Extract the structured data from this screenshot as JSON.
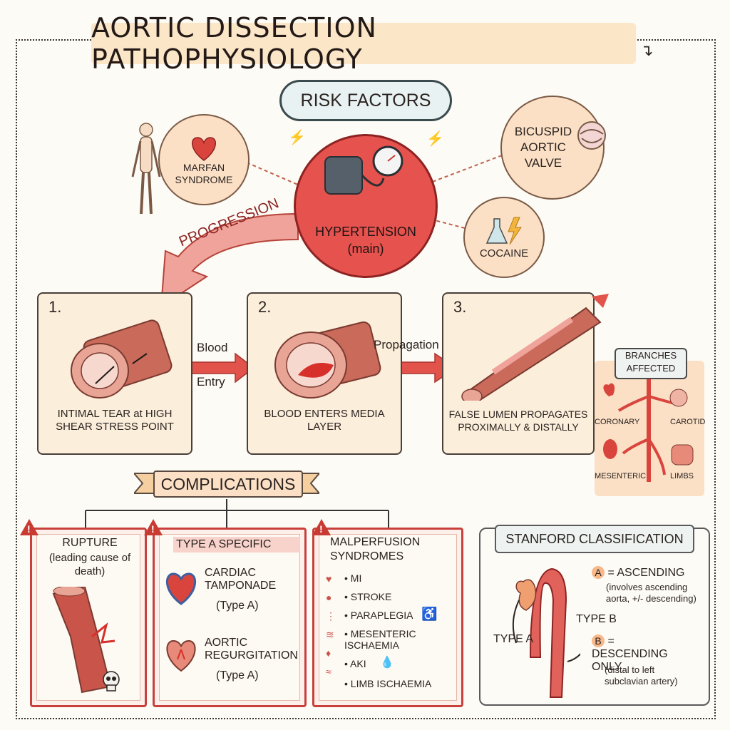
{
  "title": "AORTIC DISSECTION PATHOPHYSIOLOGY",
  "risk_factors": {
    "heading": "RISK FACTORS",
    "marfan": "MARFAN SYNDROME",
    "bicuspid": "BICUSPID AORTIC VALVE",
    "cocaine": "COCAINE",
    "hypertension": "HYPERTENSION",
    "hypertension_note": "(main)"
  },
  "progression_label": "PROGRESSION",
  "steps": [
    {
      "number": "1.",
      "caption": "INTIMAL TEAR at HIGH SHEAR STRESS POINT"
    },
    {
      "number": "2.",
      "caption": "BLOOD ENTERS MEDIA LAYER"
    },
    {
      "number": "3.",
      "caption": "FALSE LUMEN PROPAGATES PROXIMALLY & DISTALLY"
    }
  ],
  "flow_labels": {
    "blood": "Blood",
    "entry": "Entry",
    "propagation": "Propagation"
  },
  "branches": {
    "heading": "BRANCHES AFFECTED",
    "coronary": "CORONARY",
    "carotid": "CAROTID",
    "mesenteric": "MESENTERIC",
    "limbs": "LIMBS"
  },
  "complications": {
    "heading": "COMPLICATIONS",
    "rupture": {
      "title": "RUPTURE",
      "note": "(leading cause of death)"
    },
    "type_a": {
      "title": "TYPE A SPECIFIC",
      "item1": "CARDIAC TAMPONADE",
      "item1_note": "(Type A)",
      "item2": "AORTIC REGURGITATION",
      "item2_note": "(Type A)"
    },
    "malperfusion": {
      "title": "MALPERFUSION SYNDROMES",
      "items": [
        "• MI",
        "• STROKE",
        "• PARAPLEGIA",
        "• MESENTERIC ISCHAEMIA",
        "• AKI",
        "• LIMB ISCHAEMIA"
      ]
    }
  },
  "stanford": {
    "heading": "STANFORD CLASSIFICATION",
    "a_letter": "A",
    "a_text": "= ASCENDING",
    "a_note": "(involves ascending aorta, +/- descending)",
    "type_b_label": "TYPE B",
    "type_a_label": "TYPE A",
    "b_letter": "B",
    "b_text": "= DESCENDING ONLY",
    "b_note": "(distal to left subclavian artery)"
  }
}
